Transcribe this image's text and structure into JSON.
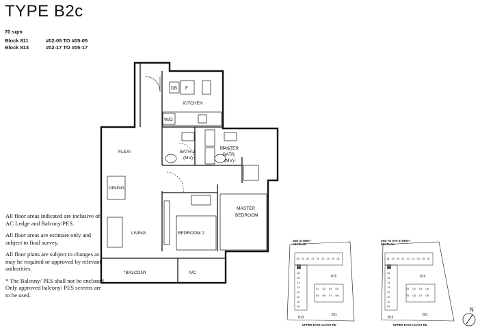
{
  "title": "TYPE B2c",
  "area": "70 sqm",
  "blocks": [
    {
      "label": "Block 811",
      "units": "#02-05 TO #05-05"
    },
    {
      "label": "Block 813",
      "units": "#02-17 TO #05-17"
    }
  ],
  "notes": [
    "All floor areas indicated are inclusive of AC Ledge and Balcony/PES.",
    "All floor areas are estimate only and subject to final survey.",
    "All floor plans are subject to changes as may be required or approved by relevant authorities.",
    "* The Balcony/ PES shall not be enclosed. Only approved balcony/ PES screens are to be used."
  ],
  "rooms": {
    "db": "DB",
    "fridge": "F",
    "kitchen": "KITCHEN",
    "wd": "W/D",
    "flexi": "FLEXI",
    "bath2_line1": "BATH 2",
    "bath2_line2": "(MV)",
    "master_bath_line1": "MASTER",
    "master_bath_line2": "BATH",
    "master_bath_line3": "(MV)",
    "dining": "DINING",
    "master_bedroom_line1": "MASTER",
    "master_bedroom_line2": "BEDROOM",
    "living": "LIVING",
    "bedroom2": "BEDROOM 2",
    "balcony": "*BALCONY",
    "ac": "A/C"
  },
  "keyplans": [
    {
      "title_line1": "2ND STOREY",
      "title_line2": "KEYPLAN",
      "road": "UPPER EAST COAST RD",
      "blocks": [
        "815",
        "813",
        "811"
      ],
      "units_top": [
        "18",
        "19",
        "20",
        "21",
        "22",
        "23",
        "24",
        "25",
        "26"
      ],
      "units_left": [
        "17",
        "16",
        "15",
        "14",
        "13",
        "12",
        "11",
        "10",
        "09"
      ],
      "units_bottom": [
        "01",
        "02",
        "03",
        "04",
        "05",
        "06",
        "07",
        "08"
      ]
    },
    {
      "title_line1": "3RD TO 5TH STOREY",
      "title_line2": "KEYPLAN",
      "road": "UPPER EAST COAST RD",
      "blocks": [
        "815",
        "813",
        "811"
      ],
      "units_top": [
        "18",
        "19",
        "20",
        "21",
        "22",
        "23",
        "24",
        "25",
        "26"
      ],
      "units_left": [
        "17",
        "16",
        "15",
        "14",
        "13",
        "12",
        "11",
        "10",
        "09"
      ],
      "units_bottom": [
        "01",
        "02",
        "03",
        "04",
        "05",
        "06",
        "07",
        "08"
      ]
    }
  ],
  "north": "N"
}
